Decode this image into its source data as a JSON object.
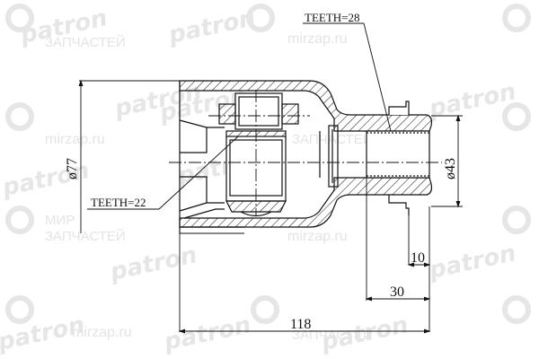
{
  "drawing": {
    "subject": "Inner CV joint cross-section",
    "labels": {
      "teeth_outer": "TEETH=28",
      "teeth_inner": "TEETH=22"
    },
    "dimensions": {
      "outer_diameter": "ø77",
      "shaft_diameter": "ø43",
      "overall_length": "118",
      "spline_length": "30",
      "ring_offset": "10"
    },
    "colors": {
      "line": "#111111",
      "watermark": "#e4e4e4",
      "background": "#ffffff"
    }
  },
  "watermarks": {
    "brand": "patron",
    "site": "mirzap.ru",
    "line1": "МИР",
    "line2": "ЗАПЧАСТЕЙ"
  }
}
